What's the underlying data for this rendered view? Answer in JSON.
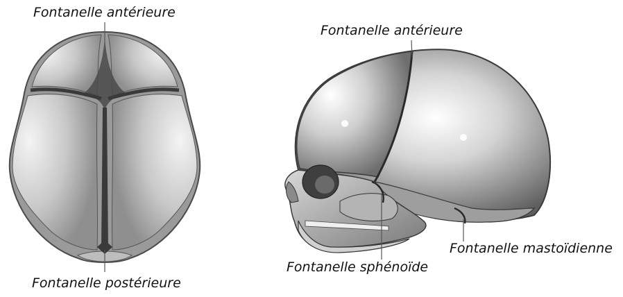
{
  "labels": {
    "top_anterior": "Fontanelle antérieure",
    "top_posterior": "Fontanelle postérieure",
    "side_anterior": "Fontanelle antérieure",
    "side_mastoid": "Fontanelle mastoïdienne",
    "side_sphenoid": "Fontanelle sphénoïde"
  },
  "colors": {
    "bone": "#c9c9c9",
    "bone_dark": "#8a8a8a",
    "suture": "#3a3a3a",
    "leader": "#555555"
  }
}
